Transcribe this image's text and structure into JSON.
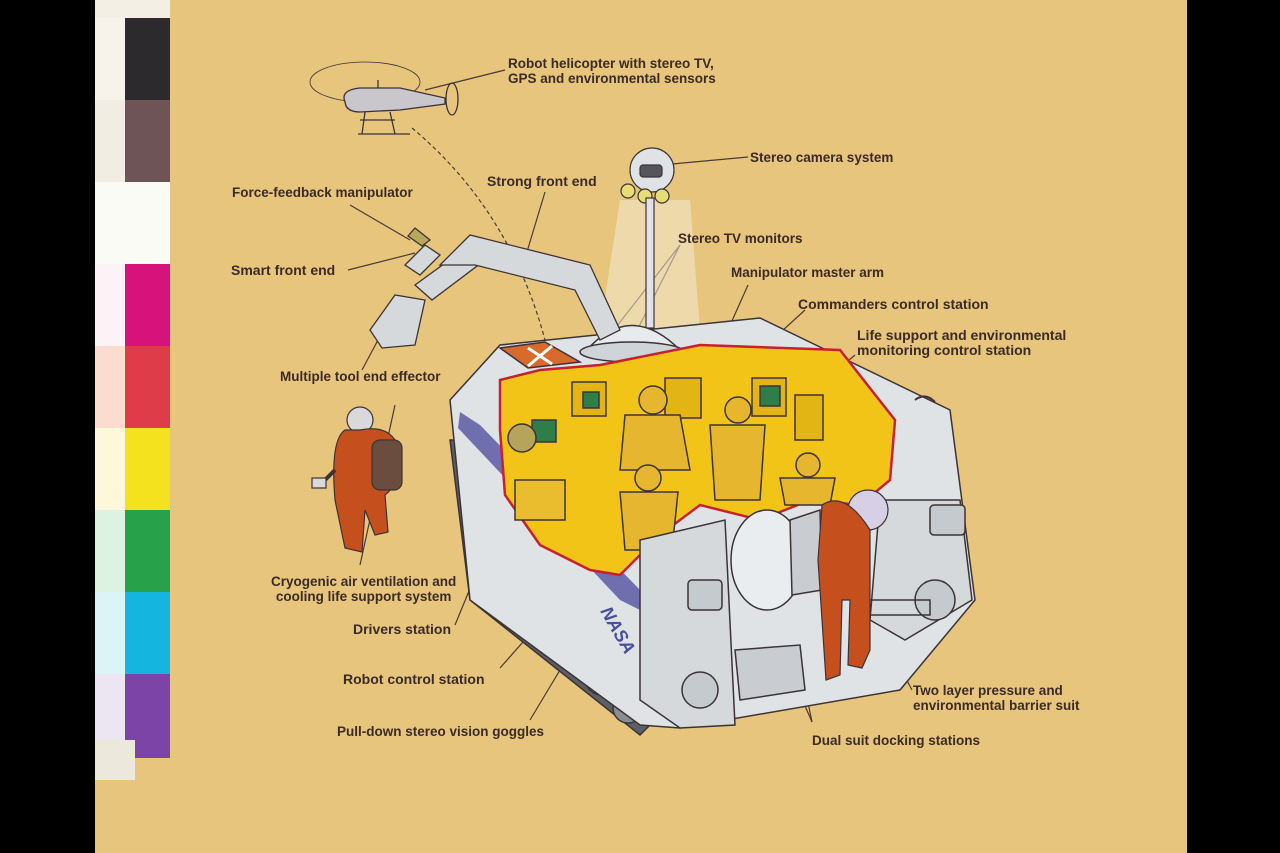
{
  "colors": {
    "background": "#e8c57c",
    "vehicle_body": "#dfe3e6",
    "cabin_interior": "#f3c418",
    "suit": "#c5501e",
    "stripe": "#6f6fb0",
    "line": "#4a3b36"
  },
  "branding": {
    "logo_text": "NASA"
  },
  "labels": {
    "helicopter": [
      "Robot helicopter with stereo TV,",
      "GPS and environmental sensors"
    ],
    "stereo_camera": "Stereo camera system",
    "strong_front_end": "Strong front end",
    "force_feedback": "Force-feedback manipulator",
    "stereo_tv": "Stereo TV monitors",
    "smart_front_end": "Smart front end",
    "manipulator_master": "Manipulator master arm",
    "commanders_station": "Commanders control station",
    "life_support": [
      "Life support and environmental",
      "monitoring control station"
    ],
    "tool_effector": "Multiple tool end effector",
    "cryogenic": [
      "Cryogenic air ventilation and",
      "cooling life support system"
    ],
    "drivers_station": "Drivers station",
    "robot_control": "Robot control station",
    "goggles": "Pull-down stereo vision goggles",
    "dual_suit": "Dual suit docking stations",
    "pressure_suit": [
      "Two layer pressure and",
      "environmental barrier suit"
    ]
  },
  "icons": [
    "helicopter-icon",
    "camera-mast-icon",
    "manipulator-arm-icon",
    "crawler-vehicle-icon",
    "pressure-suit-figure-icon",
    "crew-figure-icon"
  ]
}
